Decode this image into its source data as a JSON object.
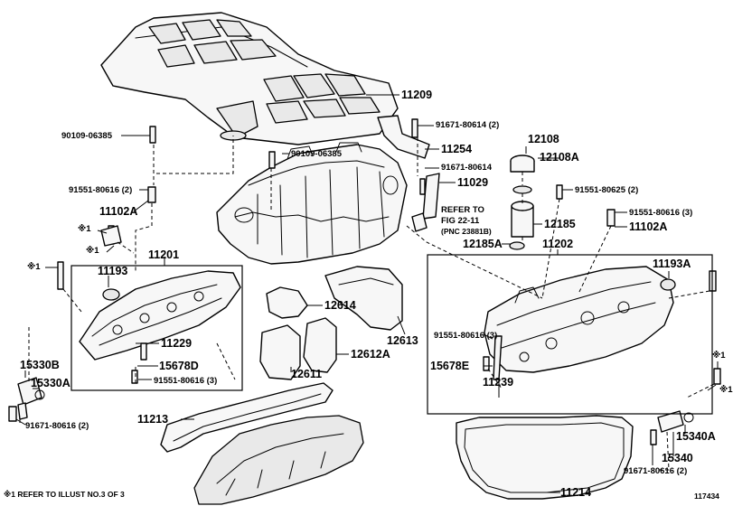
{
  "parts": {
    "p11209": "11209",
    "p90109_06385_left": "90109-06385",
    "p91671_80614_2": "91671-80614 (2)",
    "p11254": "11254",
    "p90109_06385_center": "90109-06385",
    "p91671_80614": "91671-80614",
    "p91551_80616_2": "91551-80616 (2)",
    "p11029": "11029",
    "p11102A_left": "11102A",
    "p12108": "12108",
    "p12108A": "12108A",
    "p91551_80625_2": "91551-80625 (2)",
    "p12185": "12185",
    "p91551_80616_3_right": "91551-80616 (3)",
    "p11102A_right": "11102A",
    "p12185A": "12185A",
    "p11202": "11202",
    "p11201": "11201",
    "p11193": "11193",
    "p11193A": "11193A",
    "p12614": "12614",
    "p12613": "12613",
    "p11229": "11229",
    "p15678D": "15678D",
    "p91551_80616_3_left": "91551-80616 (3)",
    "p12612A": "12612A",
    "p12611": "12611",
    "p15330B": "15330B",
    "p15330A": "15330A",
    "p91671_80616_2_left": "91671-80616 (2)",
    "p11213": "11213",
    "p91551_80616_3_mid": "91551-80616 (3)",
    "p15678E": "15678E",
    "p11239": "11239",
    "p15340A": "15340A",
    "p15340": "15340",
    "p91671_80616_2_right": "91671-80616 (2)",
    "p11214": "11214"
  },
  "refer": {
    "line1": "REFER TO",
    "line2": "FIG 22-11",
    "line3": "(PNC 23881B)"
  },
  "marks": {
    "m1": "※1",
    "m2": "※1",
    "m3": "※1",
    "m4": "※1",
    "m5": "※1"
  },
  "footer": {
    "note": "※1  REFER TO ILLUST NO.3 OF 3",
    "illust_no": "117434"
  },
  "icons": [
    "engine-cover",
    "intake-manifold",
    "cylinder-head-cover-left",
    "cylinder-head-cover-right",
    "gasket",
    "bolt",
    "oil-filler-cap",
    "oil-control-valve"
  ]
}
